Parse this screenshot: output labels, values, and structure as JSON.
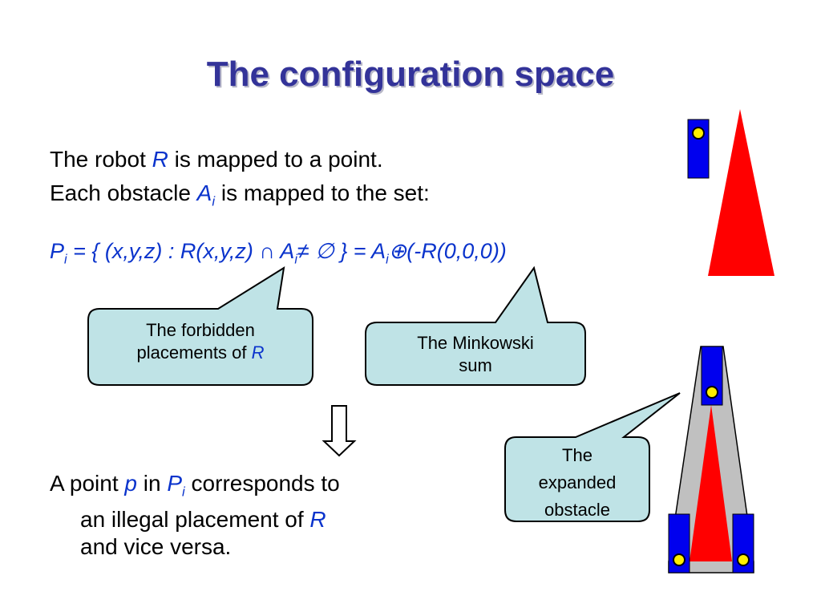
{
  "title": "The configuration space",
  "line1": {
    "pre": "The robot ",
    "var": "R",
    "post": " is mapped to a point."
  },
  "line2": {
    "pre": "Each obstacle ",
    "var": "A",
    "sub": "i",
    "post": " is mapped to the set:"
  },
  "formula": {
    "p": "P",
    "p_sub": "i",
    "part1": " = { (x,y,z) : R(x,y,z) ",
    "cap": "∩",
    "a": " A",
    "a_sub": "i",
    "part2": "≠ ∅ } = A",
    "a2_sub": "i",
    "oplus": "⊕",
    "part3": "(-R(0,0,0))"
  },
  "callout_forbidden": {
    "line1": "The forbidden",
    "line2": "placements of ",
    "var": "R"
  },
  "callout_minkowski": {
    "line1": "The Minkowski",
    "line2": "sum"
  },
  "callout_expanded": {
    "line1": "The",
    "line2": "expanded",
    "line3": "obstacle"
  },
  "bottom": {
    "pre": "A point ",
    "p": "p",
    "in": " in ",
    "P": "P",
    "sub": "i",
    "post": " corresponds to",
    "line2_pre": "an illegal placement of ",
    "line2_var": "R",
    "line3": "and vice versa."
  },
  "colors": {
    "title": "#333399",
    "accent_text": "#0a33cc",
    "robot": "#0000ee",
    "obstacle": "#ff0000",
    "expanded": "#c0c0c0",
    "callout_fill": "#bfe3e6",
    "robot_dot": "#ffee00"
  }
}
